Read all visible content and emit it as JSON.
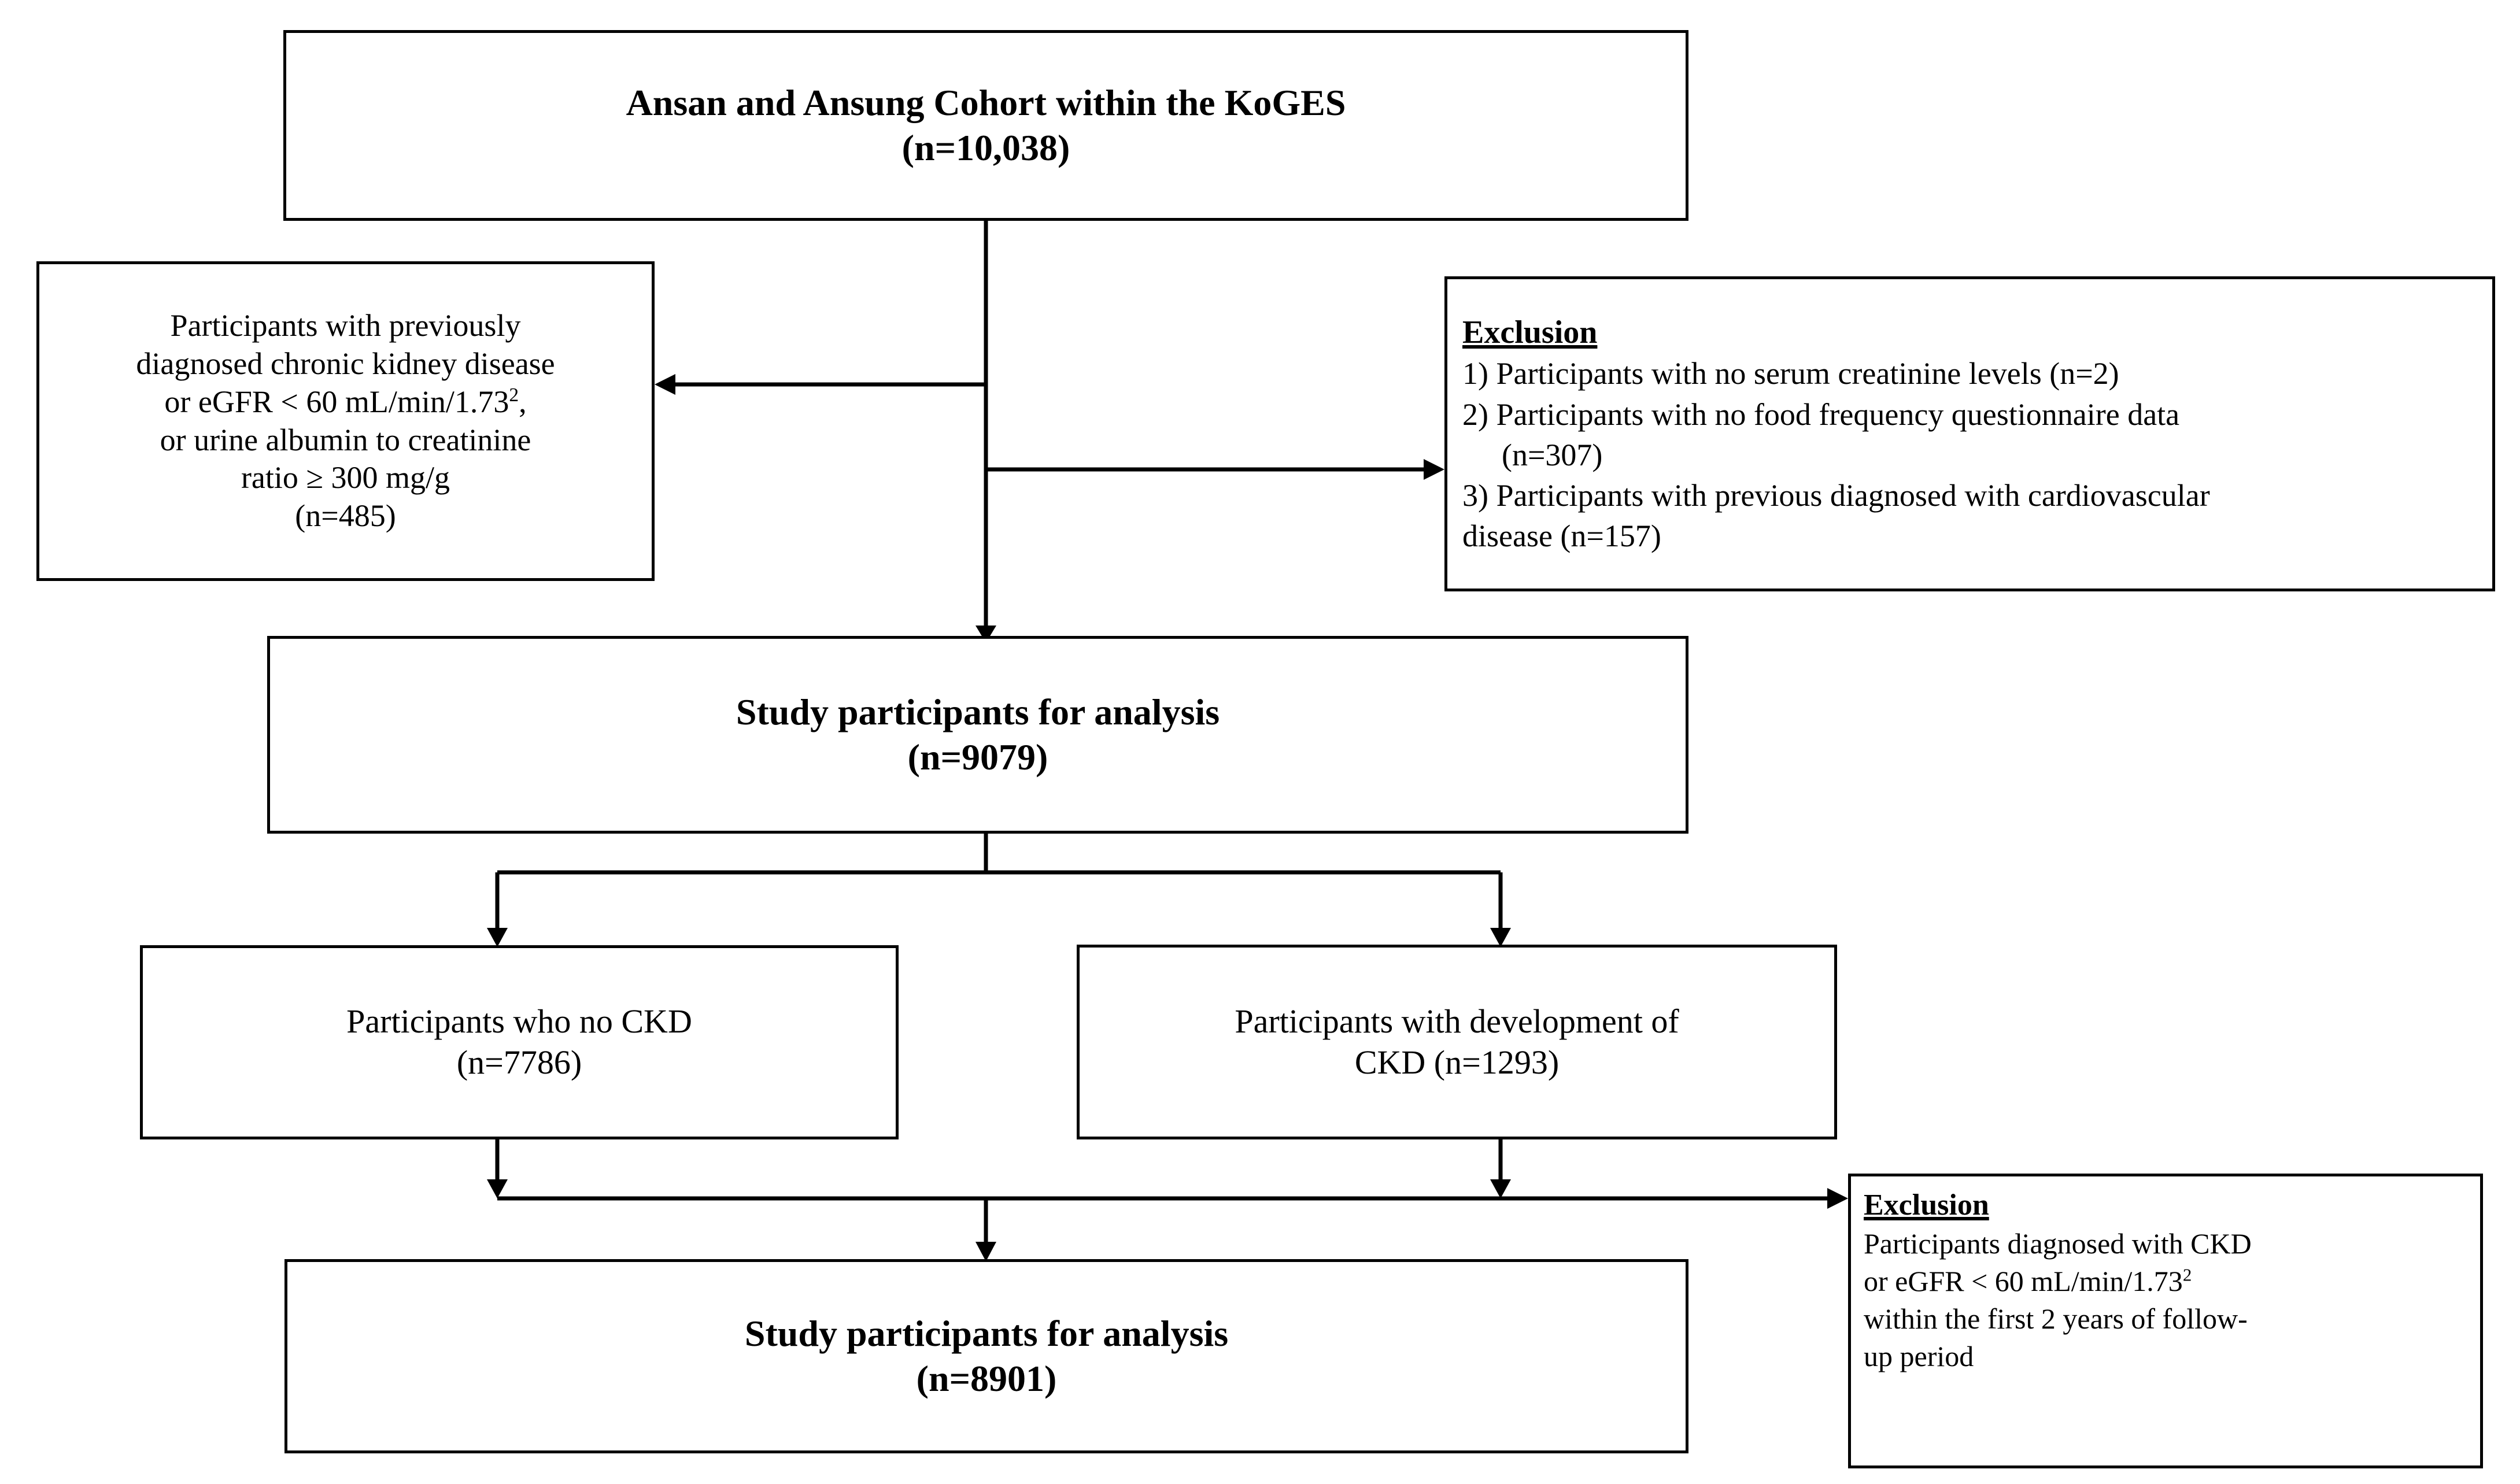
{
  "figure": {
    "type": "flowchart",
    "title": "Study participant selection flow diagram",
    "background_color": "#ffffff",
    "line_color": "#000000"
  },
  "nodes": {
    "cohort": {
      "title": "Ansan and Ansung Cohort within the KoGES",
      "count": "(n=10,038)"
    },
    "excluded_baseline": {
      "line1": "Participants with previously",
      "line2": "diagnosed chronic kidney disease",
      "line3_pre": "or eGFR < 60 mL/min/1.73",
      "line3_sup": "2",
      "line3_post": ",",
      "line4": "or urine albumin to creatinine",
      "line5": "ratio ≥ 300 mg/g",
      "count": "(n=485)"
    },
    "exclusion_top": {
      "heading": "Exclusion",
      "item1": "1) Participants with no serum creatinine levels (n=2)",
      "item2": "2) Participants with no food frequency questionnaire data",
      "item2_cont": "(n=307)",
      "item3": "3) Participants with previous diagnosed with cardiovascular",
      "item3_cont": "disease (n=157)"
    },
    "analysis_first": {
      "title": "Study participants  for analysis",
      "count": "(n=9079)"
    },
    "no_ckd": {
      "title": "Participants who no CKD",
      "count": "(n=7786)"
    },
    "ckd_dev": {
      "line1": "Participants with development of",
      "line2": "CKD (n=1293)"
    },
    "exclusion_bottom": {
      "heading": "Exclusion",
      "line1": "Participants diagnosed with CKD",
      "line2_pre": "or eGFR < 60 mL/min/1.73",
      "line2_sup": "2",
      "line3": "within the first 2 years of follow-",
      "line4": "up period"
    },
    "analysis_final": {
      "title": "Study participants  for analysis",
      "count": "(n=8901)"
    }
  }
}
